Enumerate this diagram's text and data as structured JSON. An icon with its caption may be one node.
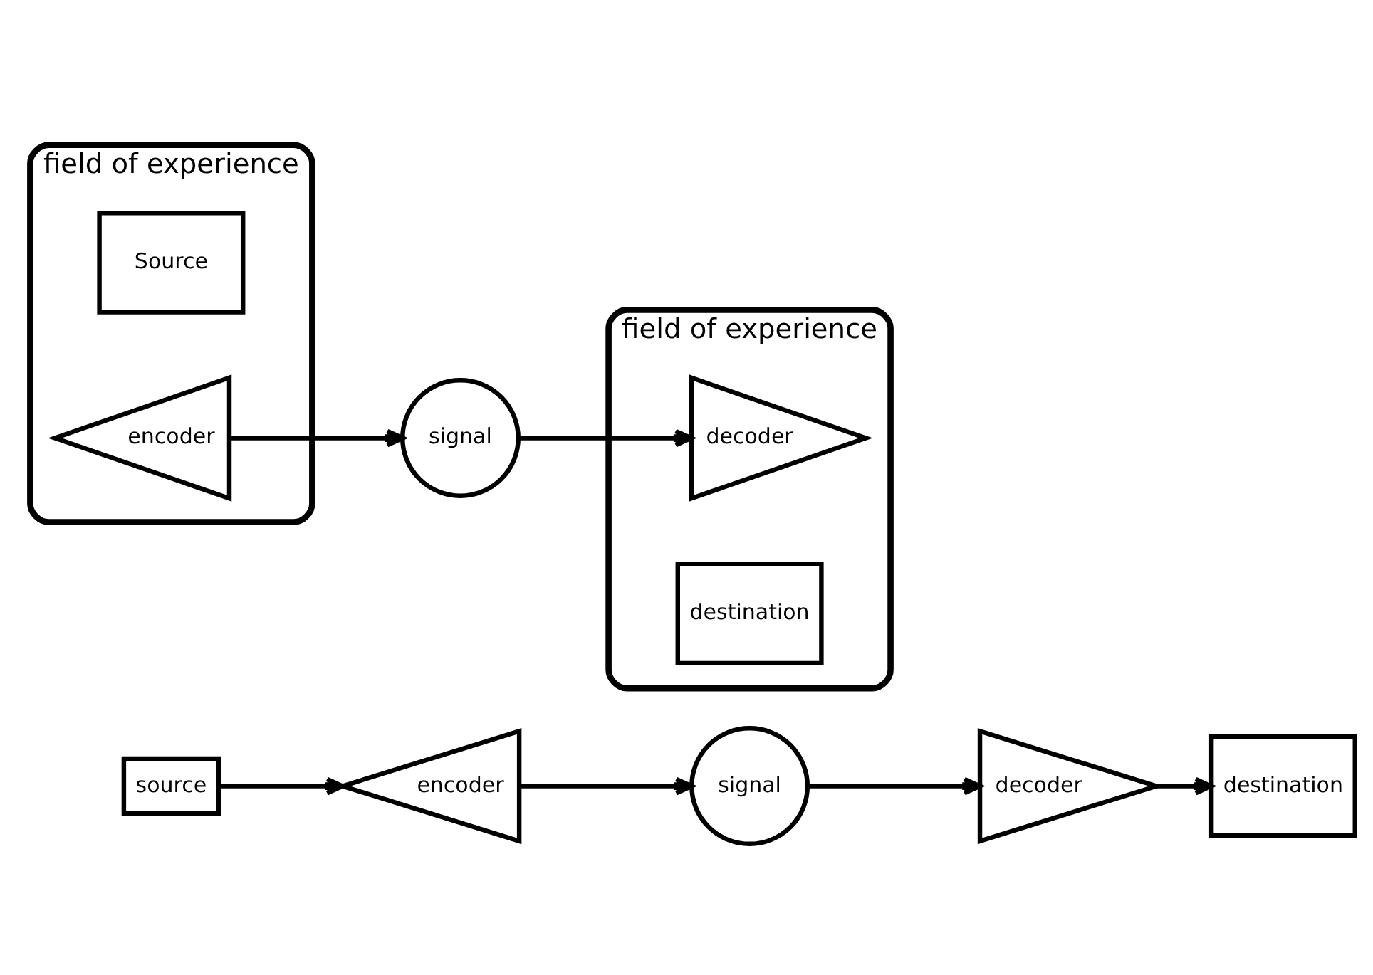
{
  "diagram": {
    "nodes": [
      {
        "text": [
          "source"
        ]
      },
      {
        "text": [
          "encoder"
        ]
      },
      {
        "text": [
          "signal"
        ]
      },
      {
        "text": [
          "decoder"
        ]
      },
      {
        "text": [
          "destination"
        ]
      },
      {
        "text": [
          "field of experience"
        ]
      },
      {
        "text": [
          "Source"
        ],
        "in": 5
      },
      {
        "text": [
          "encoder"
        ],
        "in": 5
      },
      {
        "text": [
          "signal"
        ]
      },
      {
        "text": [
          "field of experience"
        ]
      },
      {
        "text": [
          "decoder"
        ],
        "in": 9
      },
      {
        "text": [
          "destination"
        ],
        "in": 9
      }
    ],
    "edges": [
      {
        "from": 0,
        "to": 1,
        "arrow": "to"
      },
      {
        "from": 1,
        "to": 2,
        "arrow": "to"
      },
      {
        "from": 2,
        "to": 3,
        "arrow": "to"
      },
      {
        "from": 3,
        "to": 4,
        "arrow": "to"
      },
      {
        "from": 7,
        "to": 8,
        "arrow": "to"
      },
      {
        "from": 8,
        "to": 10,
        "arrow": "to"
      }
    ]
  }
}
